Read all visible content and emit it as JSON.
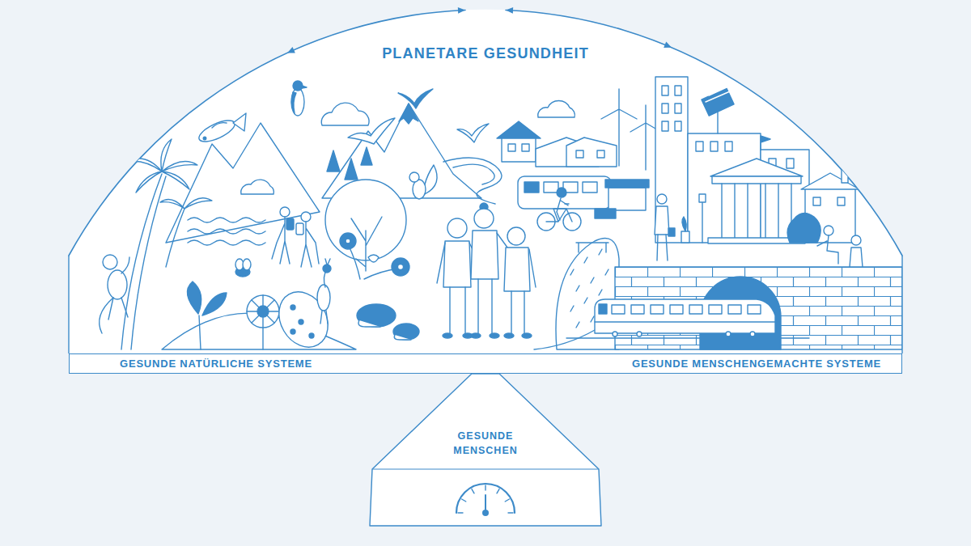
{
  "diagram": {
    "title": "PLANETARE GESUNDHEIT",
    "nodes": [
      {
        "text": [
          "GESUNDE NATÜRLICHE SYSTEME",
          "GESUNDE MENSCHENGEMACHTE SYSTEME"
        ]
      },
      {
        "text": [
          "GESUNDE MENSCHEN"
        ]
      }
    ]
  }
}
